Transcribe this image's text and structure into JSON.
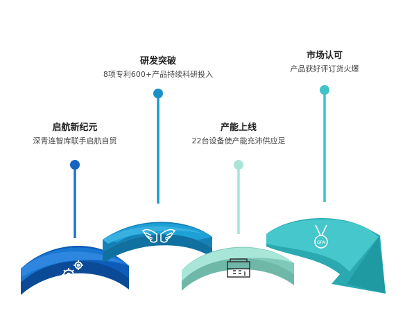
{
  "milestones": [
    {
      "title": "启航新纪元",
      "subtitle": "深青连智库联手启航自贸",
      "icon": "gears-icon",
      "color": "#1976d2"
    },
    {
      "title": "研发突破",
      "subtitle": "8项专利600+产品持续科研投入",
      "icon": "wings-icon",
      "color": "#1a9cd0"
    },
    {
      "title": "产能上线",
      "subtitle": "22台设备使产能充沛供应足",
      "icon": "factory-icon",
      "color": "#9fe0d2"
    },
    {
      "title": "市场认可",
      "subtitle": "产品获好评订货火爆",
      "icon": "medal-icon",
      "color": "#3fc3c8"
    }
  ],
  "medal_text": "GPA"
}
